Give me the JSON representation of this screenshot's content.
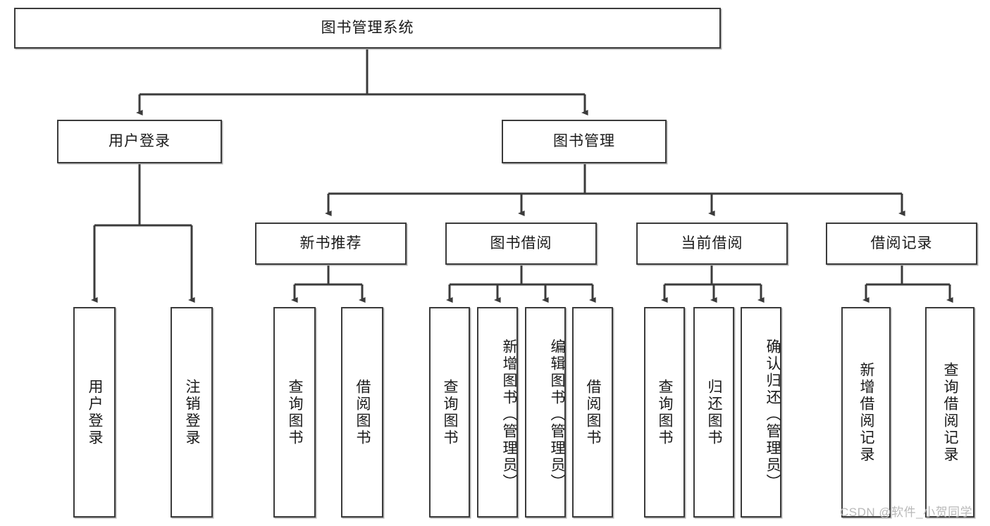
{
  "diagram": {
    "type": "tree",
    "title_text": "图书管理系统",
    "watermark": "CSDN @软件_小贺同学",
    "colors": {
      "border": "#3b3b3b",
      "fill": "#ffffff",
      "text": "#1a1a1a",
      "watermark": "#b9b9b9"
    },
    "nodes": {
      "root": {
        "label": "图书管理系统"
      },
      "level2": [
        {
          "id": "user-login",
          "label": "用户登录"
        },
        {
          "id": "book-manage",
          "label": "图书管理"
        }
      ],
      "level3": [
        {
          "id": "new-book-recommend",
          "label": "新书推荐"
        },
        {
          "id": "book-borrow",
          "label": "图书借阅"
        },
        {
          "id": "current-borrow",
          "label": "当前借阅"
        },
        {
          "id": "borrow-record",
          "label": "借阅记录"
        }
      ],
      "leaves": [
        {
          "id": "leaf-user-login",
          "label": "用户登录",
          "parent": "user-login"
        },
        {
          "id": "leaf-logout-login",
          "label": "注销登录",
          "parent": "user-login"
        },
        {
          "id": "leaf-query-book-1",
          "label": "查询图书",
          "parent": "new-book-recommend"
        },
        {
          "id": "leaf-borrow-book-1",
          "label": "借阅图书",
          "parent": "new-book-recommend"
        },
        {
          "id": "leaf-query-book-2",
          "label": "查询图书",
          "parent": "book-borrow"
        },
        {
          "id": "leaf-add-book",
          "label": "新增图书（管理员）",
          "parent": "book-borrow"
        },
        {
          "id": "leaf-edit-book",
          "label": "编辑图书（管理员）",
          "parent": "book-borrow"
        },
        {
          "id": "leaf-borrow-book-2",
          "label": "借阅图书",
          "parent": "book-borrow"
        },
        {
          "id": "leaf-query-book-3",
          "label": "查询图书",
          "parent": "current-borrow"
        },
        {
          "id": "leaf-return-book",
          "label": "归还图书",
          "parent": "current-borrow"
        },
        {
          "id": "leaf-confirm-return",
          "label": "确认归还（管理员）",
          "parent": "current-borrow"
        },
        {
          "id": "leaf-add-record",
          "label": "新增借阅记录",
          "parent": "borrow-record"
        },
        {
          "id": "leaf-query-record",
          "label": "查询借阅记录",
          "parent": "borrow-record"
        }
      ]
    },
    "edges": [
      {
        "from": "root",
        "to": "user-login"
      },
      {
        "from": "root",
        "to": "book-manage"
      },
      {
        "from": "book-manage",
        "to": "new-book-recommend"
      },
      {
        "from": "book-manage",
        "to": "book-borrow"
      },
      {
        "from": "book-manage",
        "to": "current-borrow"
      },
      {
        "from": "book-manage",
        "to": "borrow-record"
      },
      {
        "from": "user-login",
        "to": "leaf-user-login"
      },
      {
        "from": "user-login",
        "to": "leaf-logout-login"
      },
      {
        "from": "new-book-recommend",
        "to": "leaf-query-book-1"
      },
      {
        "from": "new-book-recommend",
        "to": "leaf-borrow-book-1"
      },
      {
        "from": "book-borrow",
        "to": "leaf-query-book-2"
      },
      {
        "from": "book-borrow",
        "to": "leaf-add-book"
      },
      {
        "from": "book-borrow",
        "to": "leaf-edit-book"
      },
      {
        "from": "book-borrow",
        "to": "leaf-borrow-book-2"
      },
      {
        "from": "current-borrow",
        "to": "leaf-query-book-3"
      },
      {
        "from": "current-borrow",
        "to": "leaf-return-book"
      },
      {
        "from": "current-borrow",
        "to": "leaf-confirm-return"
      },
      {
        "from": "borrow-record",
        "to": "leaf-add-record"
      },
      {
        "from": "borrow-record",
        "to": "leaf-query-record"
      }
    ]
  }
}
